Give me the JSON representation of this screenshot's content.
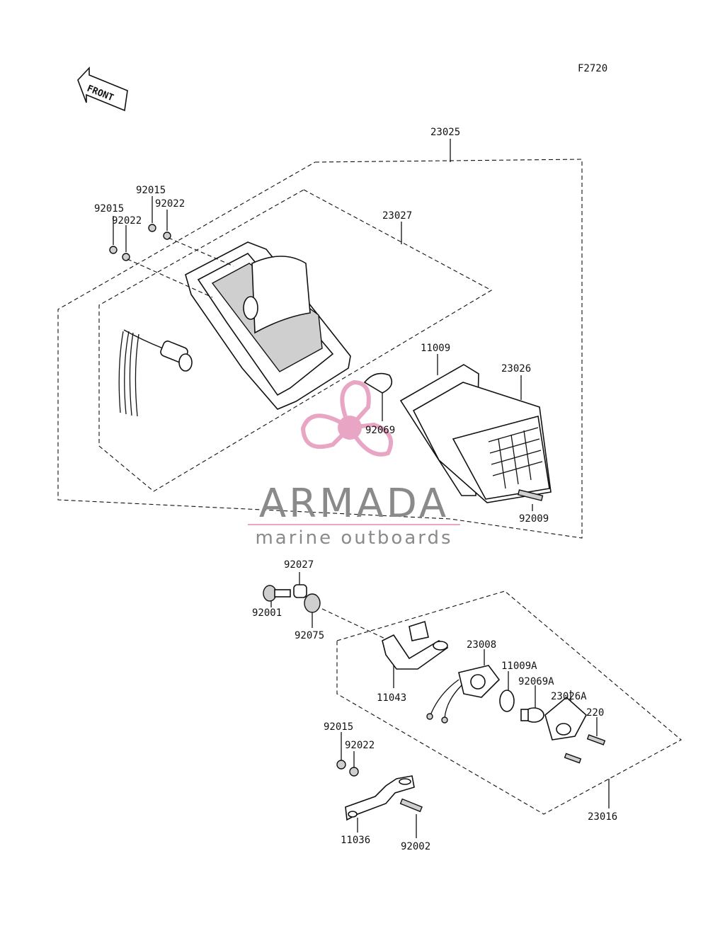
{
  "diagram_code": "F2720",
  "front_label": "FRONT",
  "watermark": {
    "brand": "ARMADA",
    "tagline": "marine outboards",
    "color_pink": "#e8a6c4",
    "color_gray": "#8a8a8a"
  },
  "parts": {
    "p23025": "23025",
    "p23027": "23027",
    "p92015_a": "92015",
    "p92022_a": "92022",
    "p92015_b": "92015",
    "p92022_b": "92022",
    "p11009": "11009",
    "p23026": "23026",
    "p92069": "92069",
    "p92009": "92009",
    "p92027": "92027",
    "p92001": "92001",
    "p92075": "92075",
    "p23008": "23008",
    "p11009A": "11009A",
    "p92069A": "92069A",
    "p23026A": "23026A",
    "p220": "220",
    "p11043": "11043",
    "p92015_c": "92015",
    "p92022_c": "92022",
    "p23016": "23016",
    "p11036": "11036",
    "p92002": "92002"
  }
}
